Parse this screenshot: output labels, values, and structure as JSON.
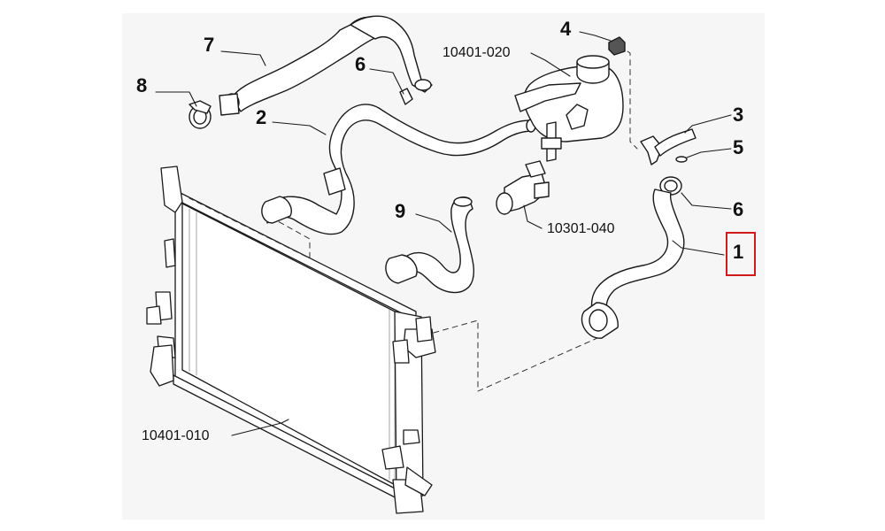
{
  "callouts": {
    "c1": "1",
    "c2": "2",
    "c3": "3",
    "c4": "4",
    "c5": "5",
    "c6a": "6",
    "c6b": "6",
    "c7": "7",
    "c8": "8",
    "c9": "9"
  },
  "part_codes": {
    "expansion_tank": "10401-020",
    "thermostat": "10301-040",
    "radiator": "10401-010"
  },
  "colors": {
    "highlight": "#d21a1a",
    "line": "#1a1a1a",
    "hose_fill": "#ffffff",
    "background": "#f6f6f6"
  }
}
